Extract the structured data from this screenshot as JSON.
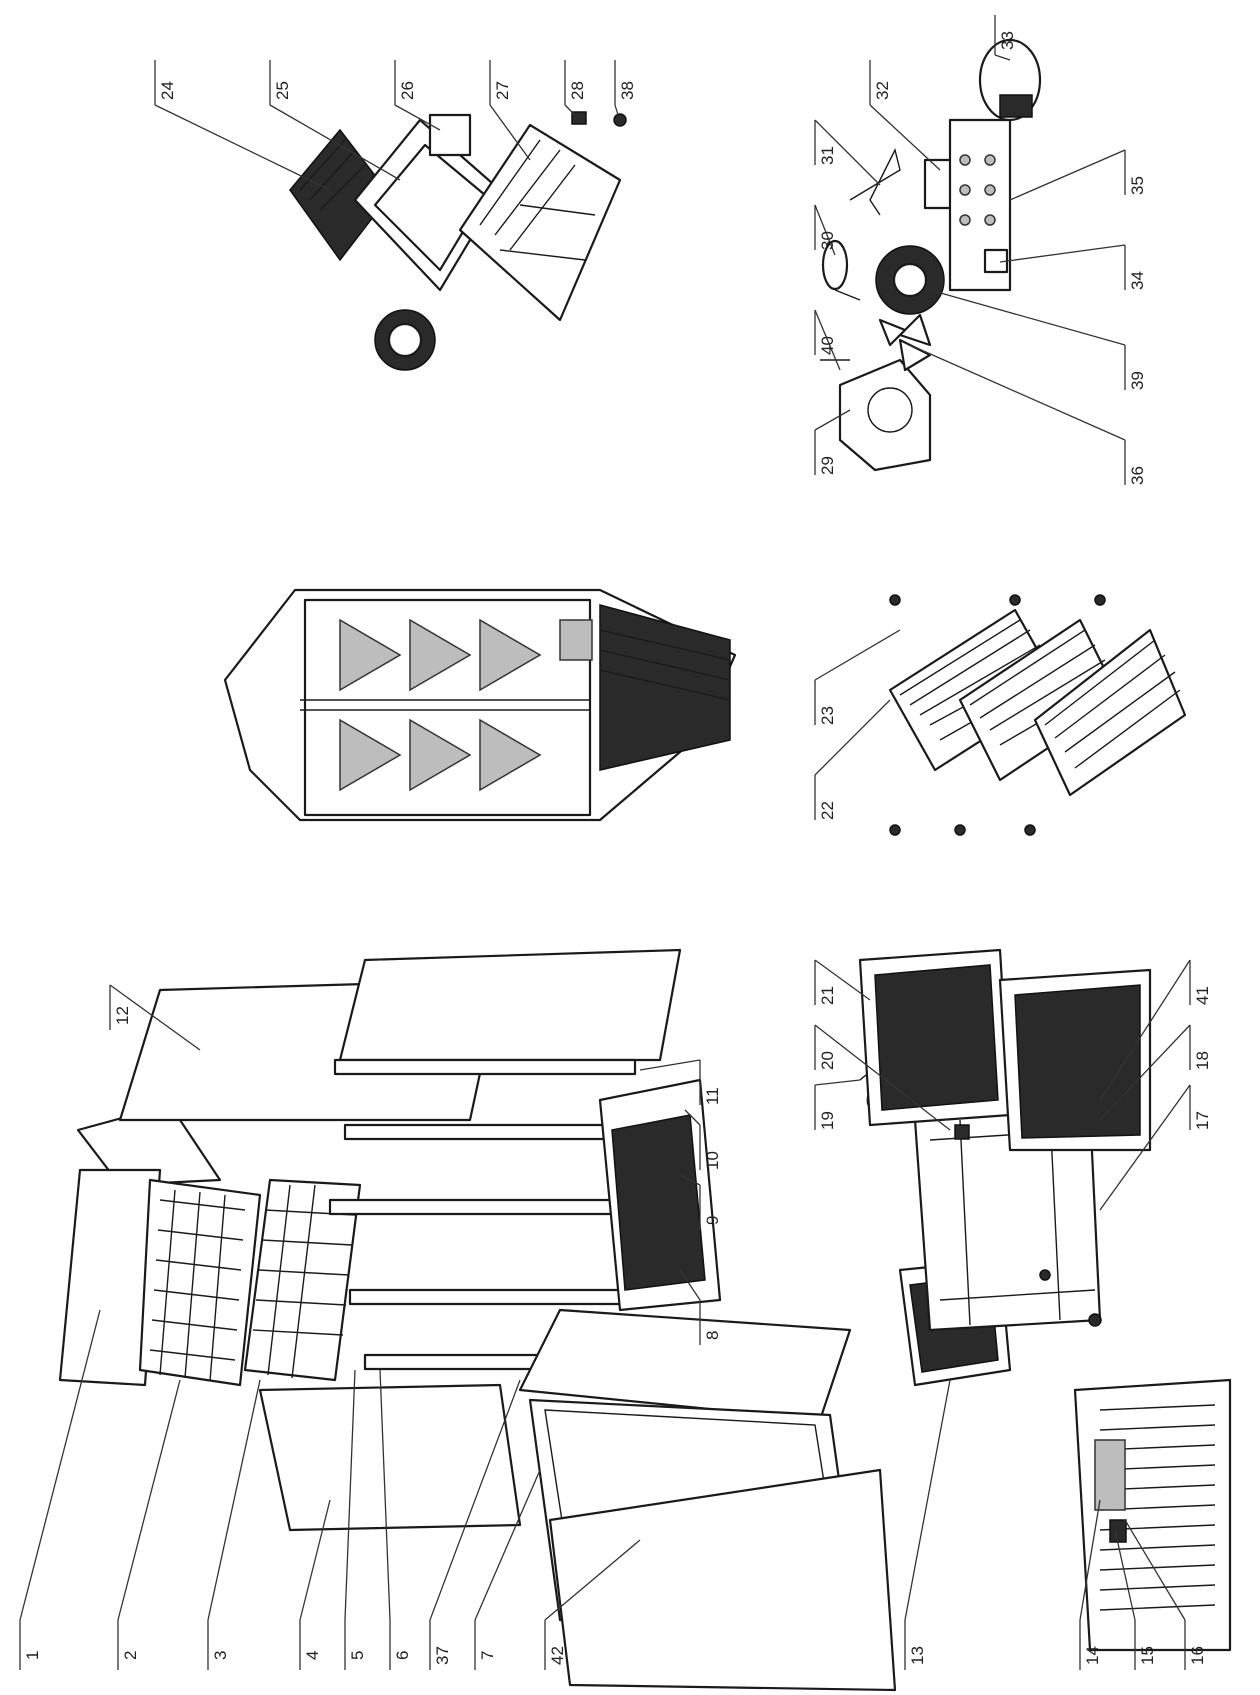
{
  "callouts": {
    "c1": "1",
    "c2": "2",
    "c3": "3",
    "c4": "4",
    "c5": "5",
    "c6": "6",
    "c37a": "37",
    "c7": "7",
    "c42": "42",
    "c8": "8",
    "c9": "9",
    "c10": "10",
    "c11": "11",
    "c12": "12",
    "c13": "13",
    "c14": "14",
    "c15": "15",
    "c16": "16",
    "c17": "17",
    "c18": "18",
    "c41": "41",
    "c19": "19",
    "c20": "20",
    "c21": "21",
    "c22": "22",
    "c23": "23",
    "c24": "24",
    "c25": "25",
    "c26": "26",
    "c27": "27",
    "c28": "28",
    "c38": "38",
    "c29": "29",
    "c40": "40",
    "c30a": "30",
    "c36": "36",
    "c39": "39",
    "c31": "31",
    "c32": "32",
    "c33": "33",
    "c34": "34",
    "c35": "35"
  },
  "colors": {
    "line": "#1a1a1a",
    "dark_fill": "#2a2a2a",
    "background": "#ffffff"
  }
}
